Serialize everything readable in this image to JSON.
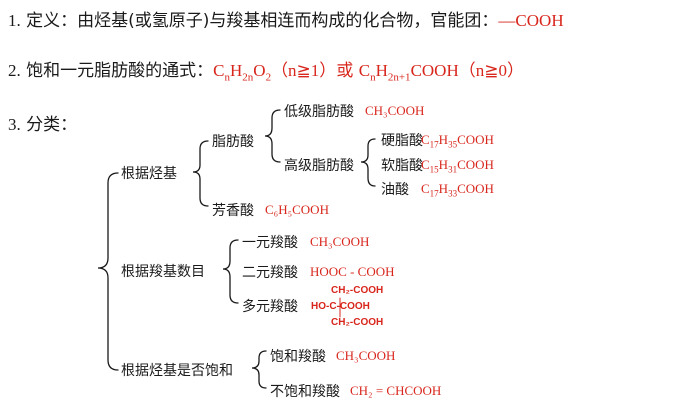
{
  "line1": {
    "num": "1.",
    "text": "定义：由烃基(或氢原子)与羧基相连而构成的化合物，官能团：",
    "group": "—COOH"
  },
  "line2": {
    "num": "2.",
    "text": "饱和一元脂肪酸的通式：",
    "f1": {
      "C": "C",
      "n1": "n",
      "H": "H",
      "n2": "2n",
      "O": "O",
      "two": "2"
    },
    "cond1": "（n≧1）",
    "or": "或",
    "f2": {
      "C": "C",
      "n1": "n",
      "H": "H",
      "n2": "2n+1",
      "rest": "COOH"
    },
    "cond2": "（n≧0）"
  },
  "line3": {
    "num": "3.",
    "text": "分类："
  },
  "tree": {
    "hydrocarbon": "根据烃基",
    "fatty": "脂肪酸",
    "low": {
      "label": "低级脂肪酸",
      "formula": "CH₃COOH"
    },
    "high": "高级脂肪酸",
    "stearic": {
      "label": "硬脂酸",
      "C": "17",
      "H": "35"
    },
    "palmitic": {
      "label": "软脂酸",
      "C": "15",
      "H": "31"
    },
    "oleic": {
      "label": "油酸",
      "C": "17",
      "H": "33"
    },
    "aromatic": {
      "label": "芳香酸",
      "formula": "C₆H₅COOH"
    },
    "carboxyl_count": "根据羧基数目",
    "mono": {
      "label": "一元羧酸",
      "formula": "CH₃COOH"
    },
    "di": {
      "label": "二元羧酸",
      "formula": "HOOC - COOH"
    },
    "poly": {
      "label": "多元羧酸",
      "r1": "CH₂-COOH",
      "r2": "HO-C-COOH",
      "r3": "CH₂-COOH"
    },
    "saturation": "根据烃基是否饱和",
    "sat": {
      "label": "饱和羧酸",
      "formula": "CH₃COOH"
    },
    "unsat": {
      "label": "不饱和羧酸",
      "formula": "CH₂ = CHCOOH"
    }
  },
  "colors": {
    "accent": "#d8261c",
    "text": "#1a1a1a"
  }
}
